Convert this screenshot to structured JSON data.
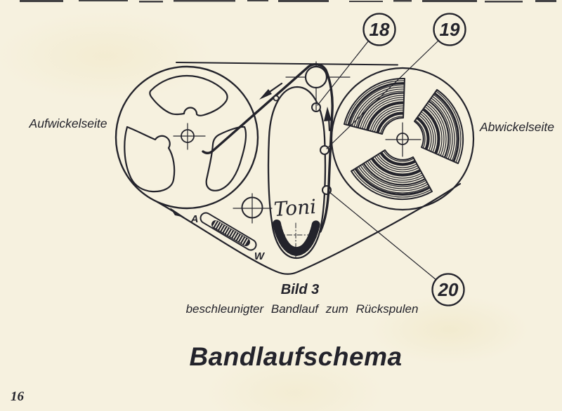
{
  "page": {
    "number": "16",
    "title": "Bandlaufschema",
    "figure_label": "Bild 3",
    "figure_caption": "beschleunigter Bandlauf zum Rückspulen"
  },
  "diagram": {
    "left_reel_label": "Aufwickelseite",
    "right_reel_label": "Abwickelseite",
    "hub_logo": "Toni",
    "lever": {
      "a": "A",
      "w": "W"
    },
    "callouts": [
      {
        "id": "18"
      },
      {
        "id": "19"
      },
      {
        "id": "20"
      }
    ],
    "colors": {
      "paper": "#f6f1df",
      "ink": "#23232b"
    }
  }
}
